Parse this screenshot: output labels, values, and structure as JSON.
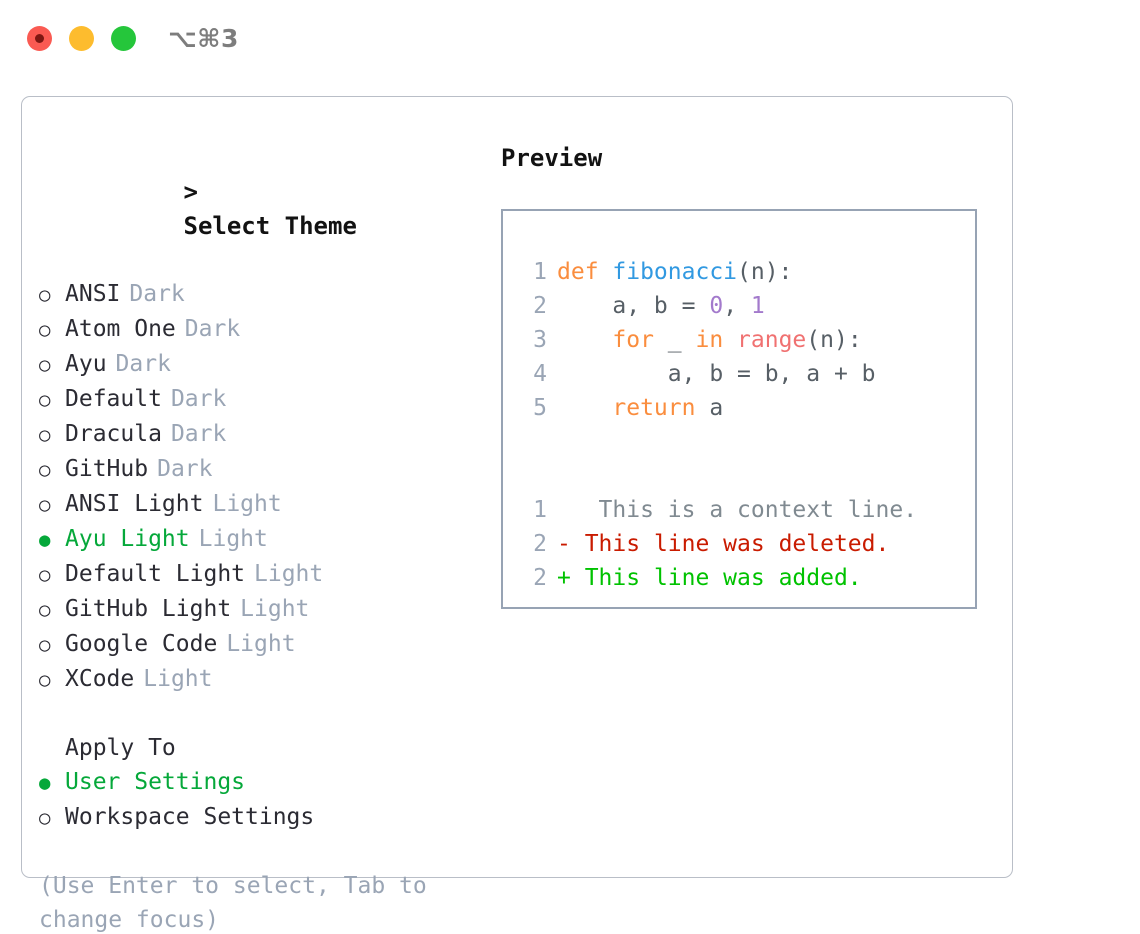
{
  "window": {
    "traffic_lights": [
      {
        "name": "close",
        "color": "#fa5a52"
      },
      {
        "name": "minimize",
        "color": "#fdbc2e"
      },
      {
        "name": "zoom",
        "color": "#25c63b"
      }
    ],
    "shortcut_label": "⌥⌘3"
  },
  "theme_picker": {
    "header": "> Select Theme",
    "header_caret": ">",
    "header_text": "Select Theme",
    "options": [
      {
        "marker": "○",
        "label": "ANSI",
        "kind": "Dark",
        "selected": false
      },
      {
        "marker": "○",
        "label": "Atom One",
        "kind": "Dark",
        "selected": false
      },
      {
        "marker": "○",
        "label": "Ayu",
        "kind": "Dark",
        "selected": false
      },
      {
        "marker": "○",
        "label": "Default",
        "kind": "Dark",
        "selected": false
      },
      {
        "marker": "○",
        "label": "Dracula",
        "kind": "Dark",
        "selected": false
      },
      {
        "marker": "○",
        "label": "GitHub",
        "kind": "Dark",
        "selected": false
      },
      {
        "marker": "○",
        "label": "ANSI Light",
        "kind": "Light",
        "selected": false
      },
      {
        "marker": "●",
        "label": "Ayu Light",
        "kind": "Light",
        "selected": true
      },
      {
        "marker": "○",
        "label": "Default Light",
        "kind": "Light",
        "selected": false
      },
      {
        "marker": "○",
        "label": "GitHub Light",
        "kind": "Light",
        "selected": false
      },
      {
        "marker": "○",
        "label": "Google Code",
        "kind": "Light",
        "selected": false
      },
      {
        "marker": "○",
        "label": "XCode",
        "kind": "Light",
        "selected": false
      }
    ]
  },
  "apply_to": {
    "header": "Apply To",
    "options": [
      {
        "marker": "●",
        "label": "User Settings",
        "selected": true
      },
      {
        "marker": "○",
        "label": "Workspace Settings",
        "selected": false
      }
    ]
  },
  "hint": "(Use Enter to select, Tab to change focus)",
  "preview": {
    "title": "Preview",
    "code_lines": [
      {
        "no": "1",
        "tokens": [
          {
            "t": "def ",
            "c": "kw"
          },
          {
            "t": "fibonacci",
            "c": "fn"
          },
          {
            "t": "(n):",
            "c": "plain"
          }
        ]
      },
      {
        "no": "2",
        "tokens": [
          {
            "t": "    a, b = ",
            "c": "plain"
          },
          {
            "t": "0",
            "c": "num"
          },
          {
            "t": ", ",
            "c": "plain"
          },
          {
            "t": "1",
            "c": "num"
          }
        ]
      },
      {
        "no": "3",
        "tokens": [
          {
            "t": "    ",
            "c": "plain"
          },
          {
            "t": "for",
            "c": "kw"
          },
          {
            "t": " _ ",
            "c": "plain"
          },
          {
            "t": "in",
            "c": "kw"
          },
          {
            "t": " ",
            "c": "plain"
          },
          {
            "t": "range",
            "c": "call"
          },
          {
            "t": "(n):",
            "c": "plain"
          }
        ]
      },
      {
        "no": "4",
        "tokens": [
          {
            "t": "        a, b = b, a + b",
            "c": "plain"
          }
        ]
      },
      {
        "no": "5",
        "tokens": [
          {
            "t": "    ",
            "c": "plain"
          },
          {
            "t": "return",
            "c": "kw"
          },
          {
            "t": " a",
            "c": "plain"
          }
        ]
      }
    ],
    "diff_lines": [
      {
        "no": "1",
        "sign": " ",
        "text": "  This is a context line.",
        "kind": "ctx"
      },
      {
        "no": "2",
        "sign": "-",
        "text": " This line was deleted.",
        "kind": "del"
      },
      {
        "no": "2",
        "sign": "+",
        "text": " This line was added.",
        "kind": "add"
      }
    ]
  },
  "colors": {
    "accent_green": "#05a83a",
    "muted": "#9aa5b5",
    "text": "#2b2b33",
    "keyword": "#fa8d3e",
    "function": "#3199e1",
    "number": "#a37acc",
    "builtin": "#f07171",
    "diff_add": "#00c200",
    "diff_del": "#c91b00",
    "panel_border": "#b9bec7",
    "preview_border": "#97a3b4"
  }
}
